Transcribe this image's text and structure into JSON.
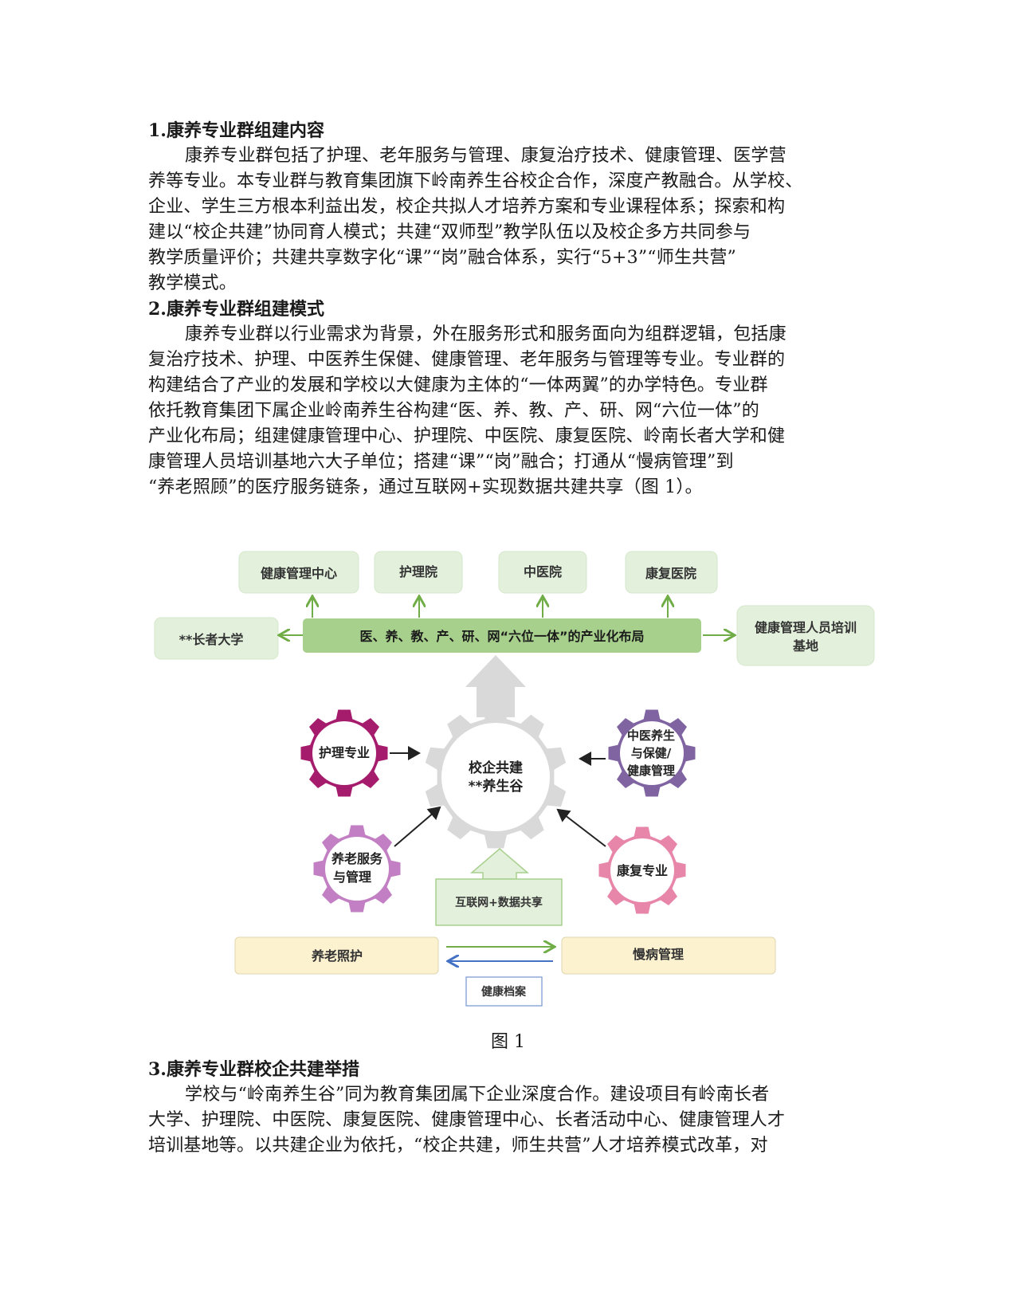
{
  "section1": {
    "heading": "1.康养专业群组建内容",
    "lines": [
      "康养专业群包括了护理、老年服务与管理、康复治疗技术、健康管理、医学营",
      "养等专业。本专业群与教育集团旗下岭南养生谷校企合作，深度产教融合。从学校、",
      "企业、学生三方根本利益出发，校企共拟人才培养方案和专业课程体系；探索和构",
      "建以“校企共建”协同育人模式；共建“双师型”教学队伍以及校企多方共同参与",
      "教学质量评价；共建共享数字化“课”“岗”融合体系，实行“5+3”“师生共营”",
      "教学模式。"
    ]
  },
  "section2": {
    "heading": "2.康养专业群组建模式",
    "lines": [
      "康养专业群以行业需求为背景，外在服务形式和服务面向为组群逻辑，包括康",
      "复治疗技术、护理、中医养生保健、健康管理、老年服务与管理等专业。专业群的",
      "构建结合了产业的发展和学校以大健康为主体的“一体两翼”的办学特色。专业群",
      "依托教育集团下属企业岭南养生谷构建“医、养、教、产、研、网“六位一体”的",
      "产业化布局；组建健康管理中心、护理院、中医院、康复医院、岭南长者大学和健",
      "康管理人员培训基地六大子单位；搭建“课”“岗”融合；打通从“慢病管理”到",
      "“养老照顾”的医疗服务链条，通过互联网+实现数据共建共享（图 1）。"
    ]
  },
  "figure": {
    "caption": "图 1",
    "top_boxes": [
      "健康管理中心",
      "护理院",
      "中医院",
      "康复医院"
    ],
    "left_box": "**长者大学",
    "right_box": [
      "健康管理人员培训",
      "基地"
    ],
    "banner": "医、养、教、产、研、网“六位一体”的产业化布局",
    "center_gear": [
      "校企共建",
      "**养生谷"
    ],
    "gear_nursing": [
      "护理专业"
    ],
    "gear_tcm": [
      "中医养生",
      "与保健/",
      "健康管理"
    ],
    "gear_elderly": [
      "养老服务",
      "与管理"
    ],
    "gear_rehab": [
      "康复专业"
    ],
    "internet_box": "互联网+数据共享",
    "left_bottom_box": "养老照护",
    "right_bottom_box": "慢病管理",
    "record_box": "健康档案",
    "colors": {
      "green_fill": "#e3f0dc",
      "banner_fill": "#a8d08d",
      "arrow_green": "#70ad47",
      "gear_center": "#d9d9d9",
      "gear_nursing": "#a61c6c",
      "gear_tcm": "#8064a2",
      "gear_elderly": "#c37fc3",
      "gear_rehab": "#e786a8",
      "beige_fill": "#fdf2d0",
      "blue_arrow": "#4472c4"
    }
  },
  "section3": {
    "heading": "3.康养专业群校企共建举措",
    "lines": [
      "学校与“岭南养生谷”同为教育集团属下企业深度合作。建设项目有岭南长者",
      "大学、护理院、中医院、康复医院、健康管理中心、长者活动中心、健康管理人才",
      "培训基地等。以共建企业为依托，“校企共建，师生共营”人才培养模式改革，对"
    ]
  }
}
